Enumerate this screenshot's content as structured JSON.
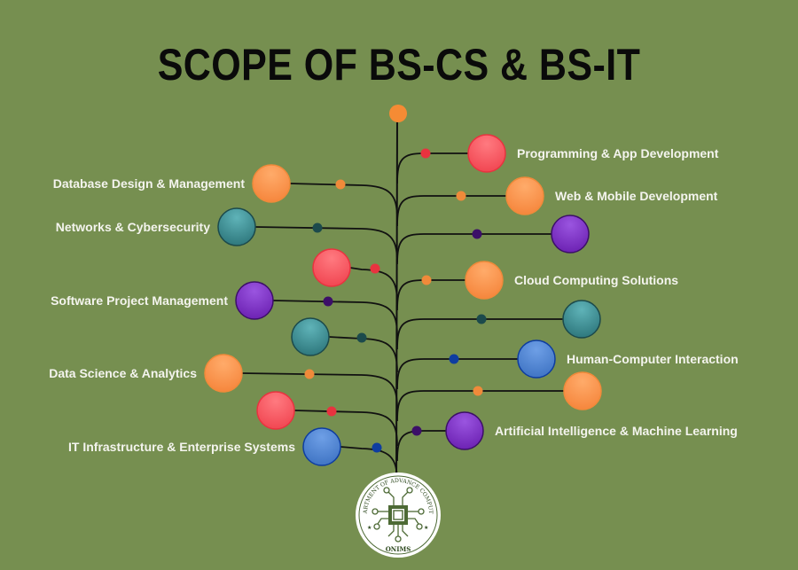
{
  "title": "SCOPE OF BS-CS & BS-IT",
  "colors": {
    "background": "#768f50",
    "trunk": "#111111",
    "top_node": "#f58b34"
  },
  "palette": {
    "red": {
      "big": "#f0434f",
      "light": "#ff7a80",
      "dot": "#e8333f"
    },
    "orange": {
      "big": "#f5843a",
      "light": "#ffab6a",
      "dot": "#f08a3a"
    },
    "purple": {
      "big": "#6a1fb0",
      "light": "#9a55e0",
      "dot": "#3c0f68"
    },
    "teal": {
      "big": "#2b7479",
      "light": "#5fb3b8",
      "dot": "#1c4a4c"
    },
    "blue": {
      "big": "#3d72c2",
      "light": "#6e9fe6",
      "dot": "#0e3da0"
    }
  },
  "branches": [
    {
      "side": "right",
      "color": "red",
      "label": "Programming & App Development"
    },
    {
      "side": "right",
      "color": "orange",
      "label": "Web & Mobile Development"
    },
    {
      "side": "right",
      "color": "purple",
      "label": ""
    },
    {
      "side": "right",
      "color": "orange",
      "label": "Cloud Computing Solutions"
    },
    {
      "side": "right",
      "color": "teal",
      "label": ""
    },
    {
      "side": "right",
      "color": "blue",
      "label": "Human-Computer Interaction"
    },
    {
      "side": "right",
      "color": "orange",
      "label": ""
    },
    {
      "side": "right",
      "color": "purple",
      "label": "Artificial Intelligence & Machine Learning"
    },
    {
      "side": "left",
      "color": "orange",
      "label": "Database Design & Management"
    },
    {
      "side": "left",
      "color": "teal",
      "label": "Networks & Cybersecurity"
    },
    {
      "side": "left",
      "color": "red",
      "label": ""
    },
    {
      "side": "left",
      "color": "purple",
      "label": "Software Project Management"
    },
    {
      "side": "left",
      "color": "teal",
      "label": ""
    },
    {
      "side": "left",
      "color": "orange",
      "label": "Data Science & Analytics"
    },
    {
      "side": "left",
      "color": "red",
      "label": ""
    },
    {
      "side": "left",
      "color": "blue",
      "label": "IT Infrastructure & Enterprise Systems"
    }
  ],
  "logo": {
    "top_text": "DEPARTMENT OF ADVANCE COMPUTING",
    "bottom_text": "ONIMS"
  }
}
